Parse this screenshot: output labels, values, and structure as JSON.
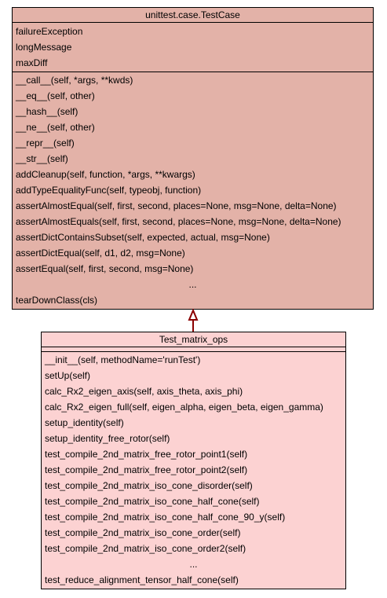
{
  "base_class": {
    "title": "unittest.case.TestCase",
    "attributes": [
      "failureException",
      "longMessage",
      "maxDiff"
    ],
    "methods": [
      "__call__(self, *args, **kwds)",
      "__eq__(self, other)",
      "__hash__(self)",
      "__ne__(self, other)",
      "__repr__(self)",
      "__str__(self)",
      "addCleanup(self, function, *args, **kwargs)",
      "addTypeEqualityFunc(self, typeobj, function)",
      "assertAlmostEqual(self, first, second, places=None, msg=None, delta=None)",
      "assertAlmostEquals(self, first, second, places=None, msg=None, delta=None)",
      "assertDictContainsSubset(self, expected, actual, msg=None)",
      "assertDictEqual(self, d1, d2, msg=None)",
      "assertEqual(self, first, second, msg=None)",
      "...",
      "tearDownClass(cls)"
    ],
    "fill_color": "#e3b2a8"
  },
  "derived_class": {
    "title": "Test_matrix_ops",
    "attributes": [],
    "methods": [
      "__init__(self, methodName='runTest')",
      "setUp(self)",
      "calc_Rx2_eigen_axis(self, axis_theta, axis_phi)",
      "calc_Rx2_eigen_full(self, eigen_alpha, eigen_beta, eigen_gamma)",
      "setup_identity(self)",
      "setup_identity_free_rotor(self)",
      "test_compile_2nd_matrix_free_rotor_point1(self)",
      "test_compile_2nd_matrix_free_rotor_point2(self)",
      "test_compile_2nd_matrix_iso_cone_disorder(self)",
      "test_compile_2nd_matrix_iso_cone_half_cone(self)",
      "test_compile_2nd_matrix_iso_cone_half_cone_90_y(self)",
      "test_compile_2nd_matrix_iso_cone_order(self)",
      "test_compile_2nd_matrix_iso_cone_order2(self)",
      "...",
      "test_reduce_alignment_tensor_half_cone(self)"
    ],
    "fill_color": "#fcd2d2"
  },
  "inheritance": {
    "type": "generalization",
    "from": "Test_matrix_ops",
    "to": "unittest.case.TestCase",
    "arrow_color": "#8b0000"
  }
}
